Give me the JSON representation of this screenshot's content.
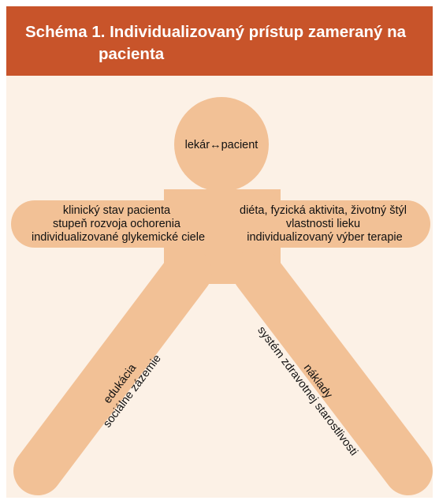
{
  "title": {
    "line1": "Schéma 1. Individualizovaný prístup zameraný na",
    "line2": "pacienta"
  },
  "head": {
    "left": "lekár",
    "arrow": "↔",
    "right": "pacient"
  },
  "arms": {
    "left": [
      "klinický stav pacienta",
      "stupeň rozvoja  ochorenia",
      "individualizované glykemické ciele"
    ],
    "right": [
      "diéta, fyzická aktivita, životný štýl",
      "vlastnosti lieku",
      "individualizovaný výber  terapie"
    ]
  },
  "legs": {
    "left": [
      "edukácia",
      "sociálne zázemie"
    ],
    "right": [
      "náklady",
      "systém zdravotnej starostlivosti"
    ]
  },
  "colors": {
    "header": "#c8542a",
    "background": "#fcf1e6",
    "figure": "#f2c196"
  }
}
